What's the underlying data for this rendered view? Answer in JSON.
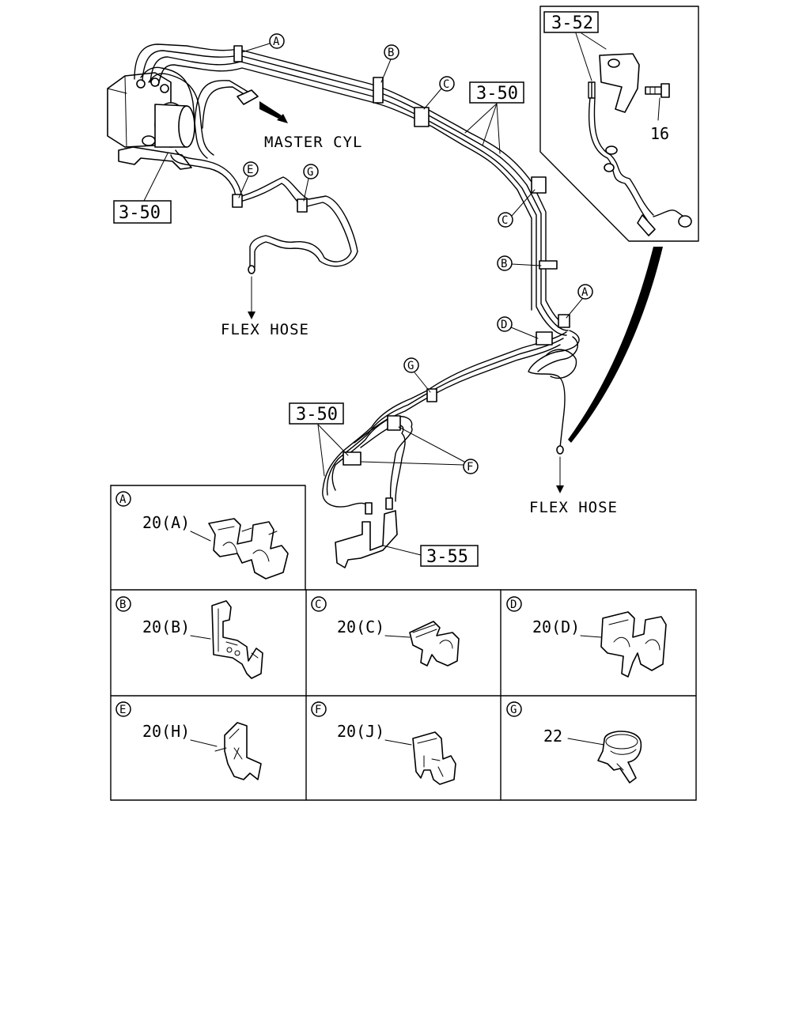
{
  "labels": {
    "master_cyl": "MASTER CYL",
    "flex_hose_left": "FLEX HOSE",
    "flex_hose_right": "FLEX HOSE"
  },
  "refs": {
    "ref_3_52": "3-52",
    "ref_3_50_top": "3-50",
    "ref_3_50_left": "3-50",
    "ref_3_50_mid": "3-50",
    "ref_3_55": "3-55"
  },
  "part_numbers": {
    "bolt": "16"
  },
  "callouts": {
    "top_A": "A",
    "top_B": "B",
    "top_C": "C",
    "left_E": "E",
    "left_G": "G",
    "right_C": "C",
    "right_B": "B",
    "right_A": "A",
    "right_D": "D",
    "mid_G": "G",
    "mid_F": "F"
  },
  "clip_panels": [
    {
      "letter": "A",
      "part": "20(A)"
    },
    {
      "letter": "B",
      "part": "20(B)"
    },
    {
      "letter": "C",
      "part": "20(C)"
    },
    {
      "letter": "D",
      "part": "20(D)"
    },
    {
      "letter": "E",
      "part": "20(H)"
    },
    {
      "letter": "F",
      "part": "20(J)"
    },
    {
      "letter": "G",
      "part": "22"
    }
  ]
}
